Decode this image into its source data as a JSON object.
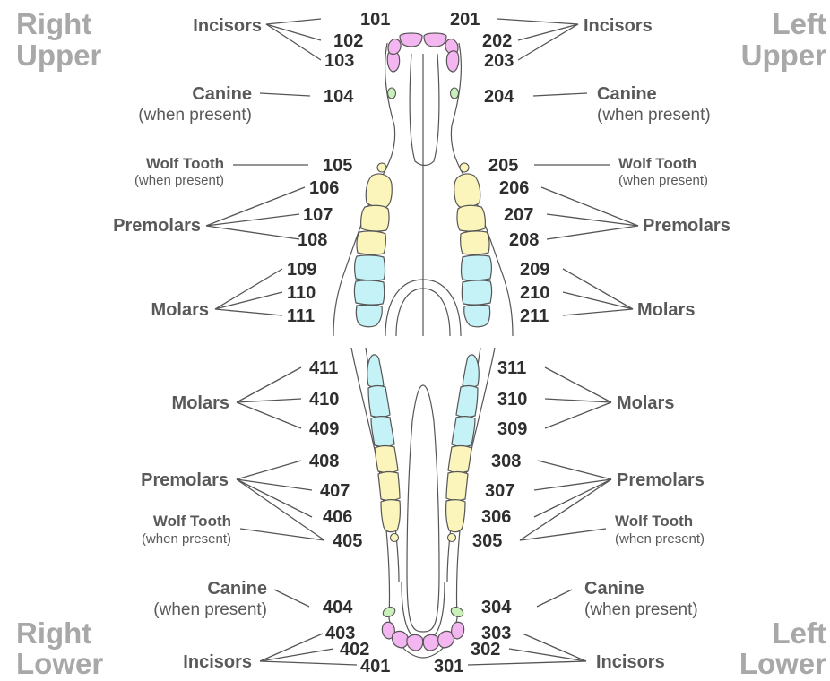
{
  "quadrants": {
    "right_upper": [
      "Right",
      "Upper"
    ],
    "left_upper": [
      "Left",
      "Upper"
    ],
    "right_lower": [
      "Right",
      "Lower"
    ],
    "left_lower": [
      "Left",
      "Lower"
    ]
  },
  "group_labels": {
    "incisors": "Incisors",
    "canine": "Canine",
    "wolf_tooth": "Wolf Tooth",
    "premolars": "Premolars",
    "molars": "Molars",
    "when_present": "(when present)"
  },
  "tooth_numbers": {
    "upper_right": [
      "101",
      "102",
      "103",
      "104",
      "105",
      "106",
      "107",
      "108",
      "109",
      "110",
      "111"
    ],
    "upper_left": [
      "201",
      "202",
      "203",
      "204",
      "205",
      "206",
      "207",
      "208",
      "209",
      "210",
      "211"
    ],
    "lower_left": [
      "301",
      "302",
      "303",
      "304",
      "305",
      "306",
      "307",
      "308",
      "309",
      "310",
      "311"
    ],
    "lower_right": [
      "401",
      "402",
      "403",
      "404",
      "405",
      "406",
      "407",
      "408",
      "409",
      "410",
      "411"
    ]
  },
  "colors": {
    "incisor": "#f4b6f0",
    "canine": "#c8f0b8",
    "premolar": "#fbf5bc",
    "molar": "#c4f2f7",
    "outline": "#555555",
    "quadrant_text": "#a8a8a8",
    "label_text": "#595959",
    "number_text": "#2e2e2e"
  }
}
